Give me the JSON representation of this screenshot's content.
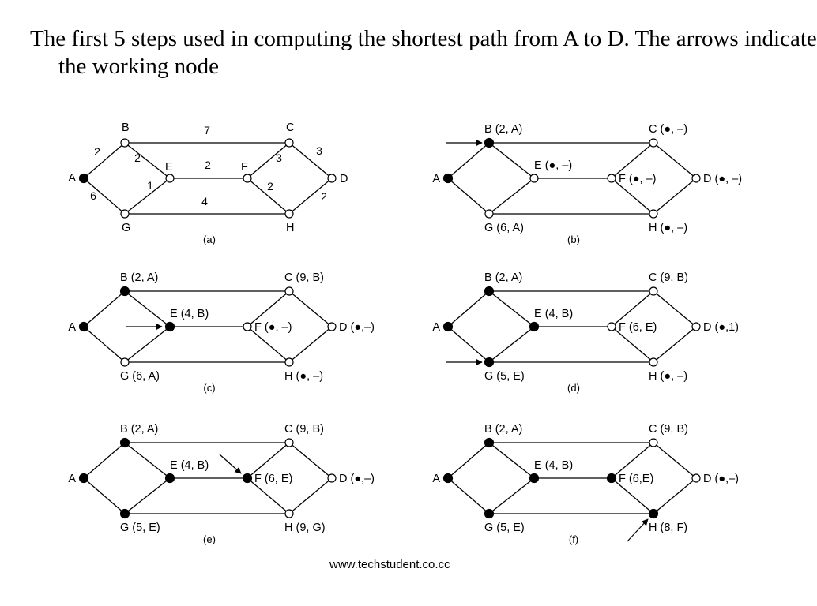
{
  "slide": {
    "title": "The first 5 steps used in computing the shortest path from A to D. The arrows indicate the working node",
    "footer": "www.techstudent.co.cc"
  },
  "diagram": {
    "nodes": [
      "A",
      "B",
      "C",
      "D",
      "E",
      "F",
      "G",
      "H"
    ],
    "edges": [
      {
        "from": "A",
        "to": "B",
        "weight": "2"
      },
      {
        "from": "A",
        "to": "G",
        "weight": "6"
      },
      {
        "from": "B",
        "to": "C",
        "weight": "7"
      },
      {
        "from": "B",
        "to": "E",
        "weight": "2"
      },
      {
        "from": "G",
        "to": "E",
        "weight": "1"
      },
      {
        "from": "G",
        "to": "H",
        "weight": "4"
      },
      {
        "from": "E",
        "to": "F",
        "weight": "2"
      },
      {
        "from": "C",
        "to": "F",
        "weight": "3"
      },
      {
        "from": "F",
        "to": "H",
        "weight": "2"
      },
      {
        "from": "C",
        "to": "D",
        "weight": "3"
      },
      {
        "from": "H",
        "to": "D",
        "weight": "2"
      }
    ],
    "panels": [
      {
        "caption": "(a)",
        "show_weights": true,
        "working": null,
        "labels": {
          "A": "A",
          "B": "B",
          "C": "C",
          "D": "D",
          "E": "E",
          "F": "F",
          "G": "G",
          "H": "H"
        },
        "filled": [
          "A"
        ]
      },
      {
        "caption": "(b)",
        "show_weights": false,
        "working": "B",
        "labels": {
          "A": "A",
          "B": "B (2, A)",
          "C": "C (●, –)",
          "D": "D (●, –)",
          "E": "E (●, –)",
          "F": "F (●, –)",
          "G": "G (6, A)",
          "H": "H (●, –)"
        },
        "filled": [
          "A",
          "B"
        ]
      },
      {
        "caption": "(c)",
        "show_weights": false,
        "working": "E",
        "labels": {
          "A": "A",
          "B": "B (2, A)",
          "C": "C (9, B)",
          "D": "D (●,–)",
          "E": "E (4, B)",
          "F": "F (●, –)",
          "G": "G (6, A)",
          "H": "H (●, –)"
        },
        "filled": [
          "A",
          "B",
          "E"
        ]
      },
      {
        "caption": "(d)",
        "show_weights": false,
        "working": "G",
        "labels": {
          "A": "A",
          "B": "B (2, A)",
          "C": "C (9, B)",
          "D": "D (●,1)",
          "E": "E (4, B)",
          "F": "F (6, E)",
          "G": "G (5, E)",
          "H": "H (●, –)"
        },
        "filled": [
          "A",
          "B",
          "E",
          "G"
        ]
      },
      {
        "caption": "(e)",
        "show_weights": false,
        "working": "F",
        "labels": {
          "A": "A",
          "B": "B (2, A)",
          "C": "C (9, B)",
          "D": "D (●,–)",
          "E": "E (4, B)",
          "F": "F (6, E)",
          "G": "G (5, E)",
          "H": "H (9, G)"
        },
        "filled": [
          "A",
          "B",
          "E",
          "G",
          "F"
        ]
      },
      {
        "caption": "(f)",
        "show_weights": false,
        "working": "H",
        "labels": {
          "A": "A",
          "B": "B (2, A)",
          "C": "C (9, B)",
          "D": "D (●,–)",
          "E": "E (4, B)",
          "F": "F (6,E)",
          "G": "G (5, E)",
          "H": "H (8, F)"
        },
        "filled": [
          "A",
          "B",
          "E",
          "G",
          "F",
          "H"
        ]
      }
    ]
  }
}
